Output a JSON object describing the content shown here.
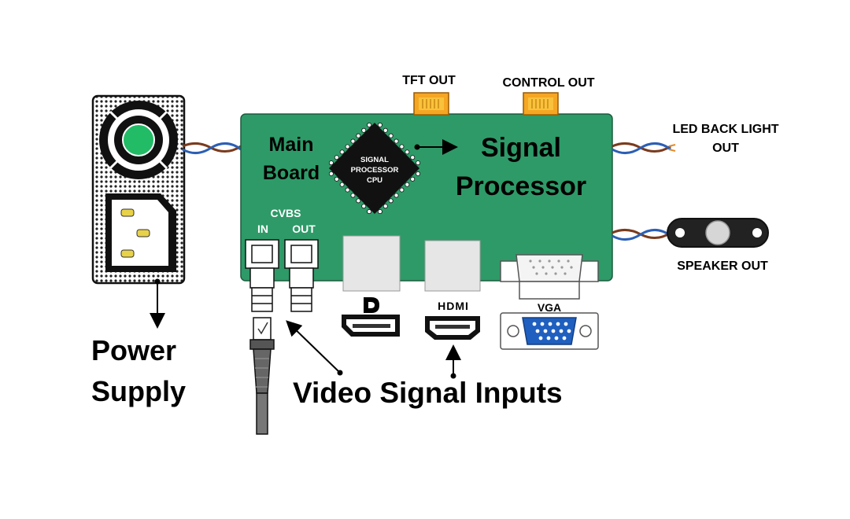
{
  "labels": {
    "tft_out": "TFT OUT",
    "control_out": "CONTROL OUT",
    "main_board_line1": "Main",
    "main_board_line2": "Board",
    "cpu_line1": "SIGNAL",
    "cpu_line2": "PROCESSOR",
    "cpu_line3": "CPU",
    "signal_processor_line1": "Signal",
    "signal_processor_line2": "Processor",
    "led_backlight_line1": "LED BACK LIGHT",
    "led_backlight_line2": "OUT",
    "speaker_out": "SPEAKER OUT",
    "cvbs": "CVBS",
    "cvbs_in": "IN",
    "cvbs_out": "OUT",
    "hdmi_logo": "HDMI",
    "vga": "VGA",
    "power_supply_line1": "Power",
    "power_supply_line2": "Supply",
    "video_signal_inputs": "Video Signal Inputs"
  },
  "colors": {
    "board": "#2e9a68",
    "fan_green": "#22bb66",
    "connector_orange": "#f5a623",
    "vga_blue": "#1f5fbf",
    "wire_blue": "#2b5fb5",
    "wire_brown": "#7a3b1d"
  }
}
